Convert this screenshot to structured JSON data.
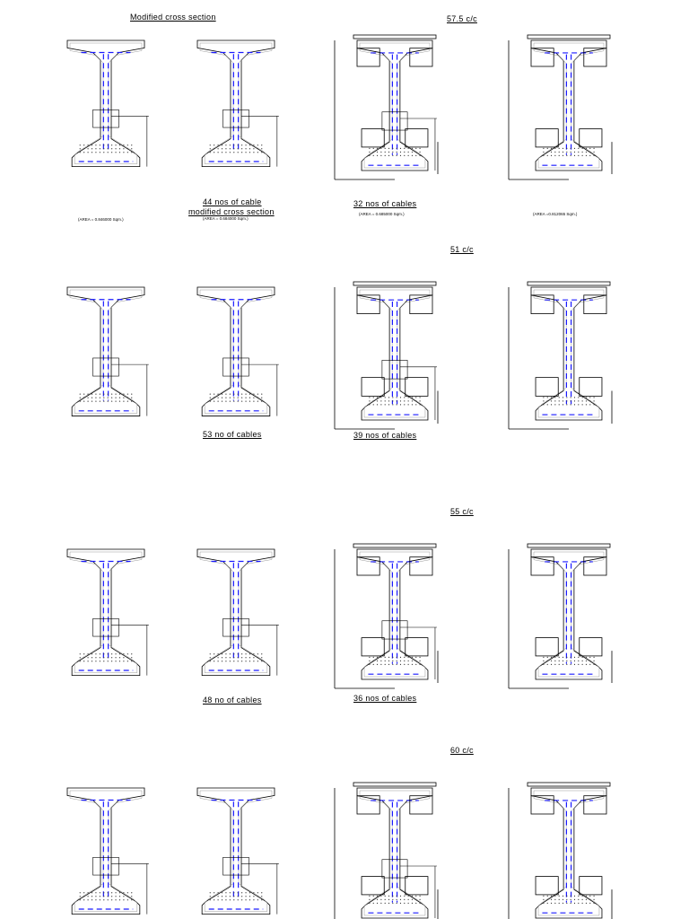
{
  "title": "Modified cross section",
  "sections": [
    {
      "spacing": "57.5 c/c",
      "cable_labels": [
        "44 nos of cable",
        "32 nos of cables"
      ],
      "sub_label": "modified cross section",
      "areas": [
        "(AREA = 0.846000 Sqm.)",
        "(AREA = 0.684000 Sqm.)",
        "(AREA = 0.685000 Sqm.)",
        "(AREA =0.812065 Sqm.)"
      ]
    },
    {
      "spacing": "51 c/c",
      "cable_labels": [
        "53 no of cables",
        "39 nos of cables"
      ]
    },
    {
      "spacing": "55 c/c",
      "cable_labels": [
        "48 no of cables",
        "36 nos of cables"
      ]
    },
    {
      "spacing": "60 c/c",
      "cable_labels": []
    }
  ],
  "colors": {
    "outline": "#000000",
    "tendon": "#1a1aff",
    "dimension": "#000000"
  }
}
